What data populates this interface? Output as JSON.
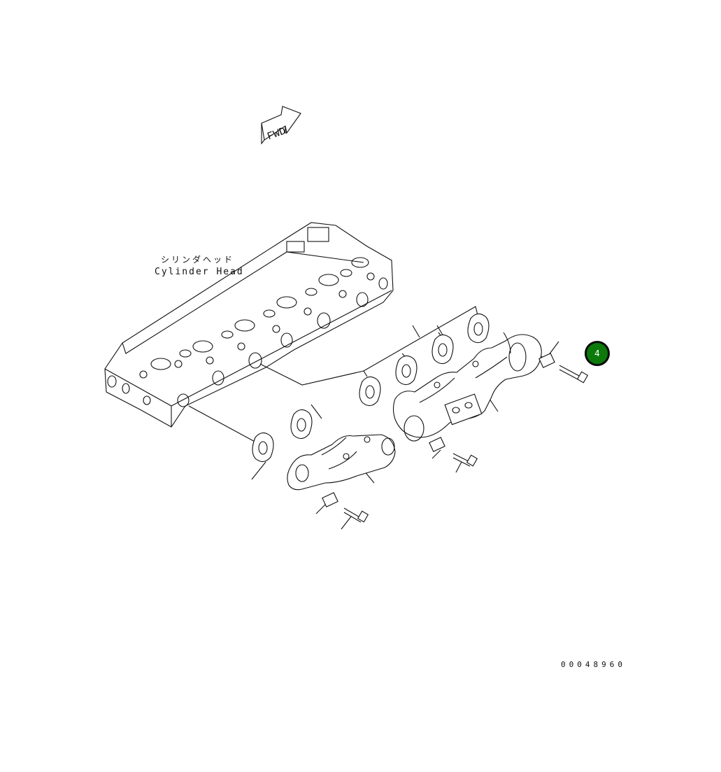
{
  "diagram": {
    "fwd_arrow_text": "FWD",
    "cylinder_head_label_jp": "シリンダヘッド",
    "cylinder_head_label_en": "Cylinder Head",
    "callout_number": "4",
    "drawing_number": "00048960",
    "callout_color": "#0b7a0b"
  }
}
